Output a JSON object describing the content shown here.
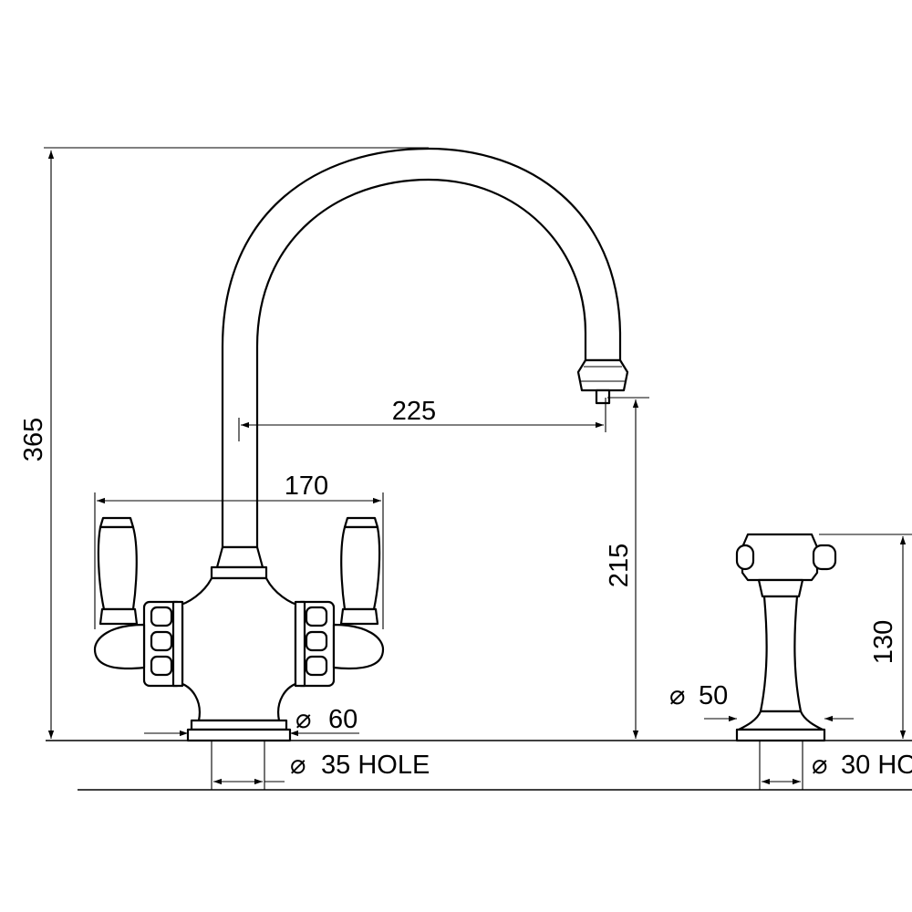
{
  "dimensions": {
    "overall_height": "365",
    "spout_reach": "225",
    "handle_span": "170",
    "spout_clearance": "215",
    "base_diameter": "60",
    "tap_hole": "35 HOLE",
    "rinse_base_diameter": "50",
    "rinse_height": "130",
    "rinse_hole": "30  HO"
  },
  "symbols": {
    "diameter": "⌀"
  }
}
